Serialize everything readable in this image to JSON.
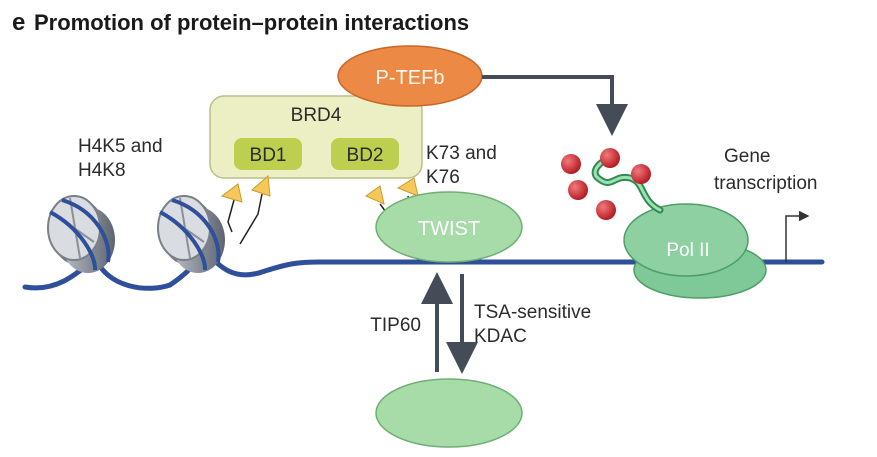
{
  "panel": {
    "letter": "e",
    "title": "Promotion of protein–protein interactions"
  },
  "labels": {
    "ptefb": "P-TEFb",
    "brd4": "BRD4",
    "bd1": "BD1",
    "bd2": "BD2",
    "h4k_line1": "H4K5 and",
    "h4k_line2": "H4K8",
    "k73_line1": "K73 and",
    "k73_line2": "K76",
    "twist": "TWIST",
    "gene_line1": "Gene",
    "gene_line2": "transcription",
    "pol2": "Pol II",
    "tip60": "TIP60",
    "tsa_line1": "TSA-sensitive",
    "tsa_line2": "KDAC"
  },
  "colors": {
    "dna": "#2f4f9a",
    "brd4_fill": "#ecefc3",
    "bd_fill": "#bccf4f",
    "ptefb_fill": "#ec8a45",
    "twist_fill": "#a7dca9",
    "pol2_fill": "#7fc897",
    "acetyl": "#f6c85a",
    "phospho": "#c9262c",
    "arrow": "#444c57"
  }
}
